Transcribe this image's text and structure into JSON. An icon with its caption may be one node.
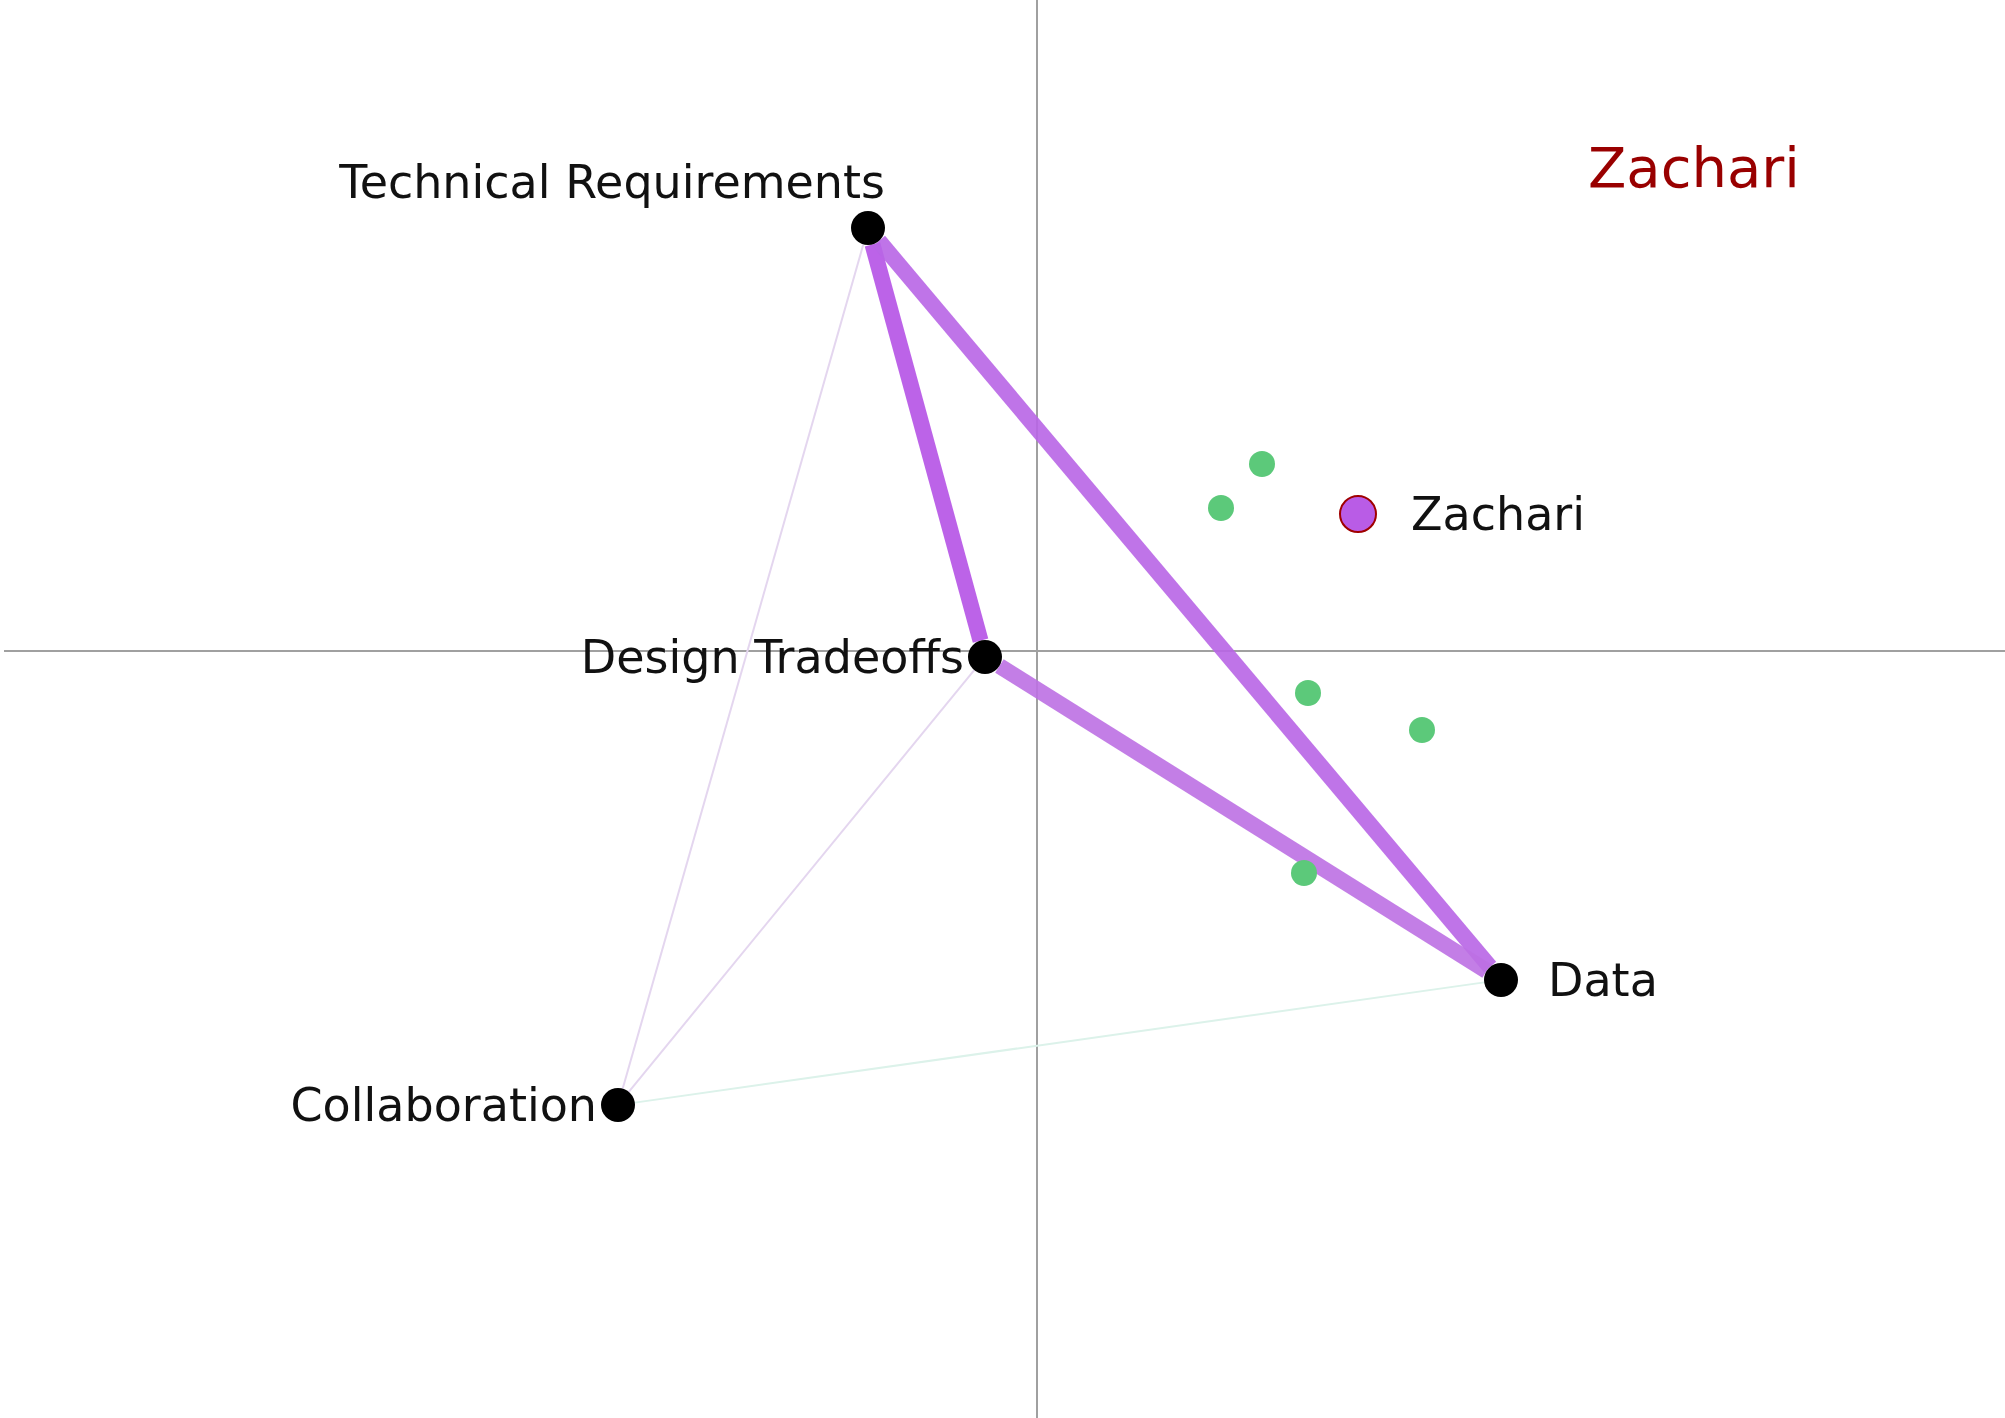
{
  "diagram": {
    "title": "Zachari",
    "nodes": [
      {
        "text": [
          "Technical Requirements"
        ]
      },
      {
        "text": [
          "Zachari"
        ]
      },
      {
        "text": [
          "Design Tradeoffs"
        ]
      },
      {
        "text": [
          "Data"
        ]
      },
      {
        "text": [
          "Collaboration"
        ]
      },
      {
        "text": [],
        "shape": "circle"
      },
      {
        "text": [],
        "shape": "circle"
      },
      {
        "text": [],
        "shape": "circle"
      },
      {
        "text": [],
        "shape": "circle"
      },
      {
        "text": [],
        "shape": "circle"
      }
    ],
    "edges": [
      {
        "from": 0,
        "to": 2,
        "arrow": "none",
        "style": "thick",
        "color": "#b552e6"
      },
      {
        "from": 0,
        "to": 3,
        "arrow": "none",
        "style": "thick",
        "color": "#b865e6"
      },
      {
        "from": 2,
        "to": 3,
        "arrow": "none",
        "style": "thick",
        "color": "#bc70e3"
      },
      {
        "from": 0,
        "to": 4,
        "arrow": "none"
      },
      {
        "from": 2,
        "to": 4,
        "arrow": "none"
      },
      {
        "from": 4,
        "to": 3,
        "arrow": "none",
        "color": "#dcf2ea"
      }
    ]
  }
}
